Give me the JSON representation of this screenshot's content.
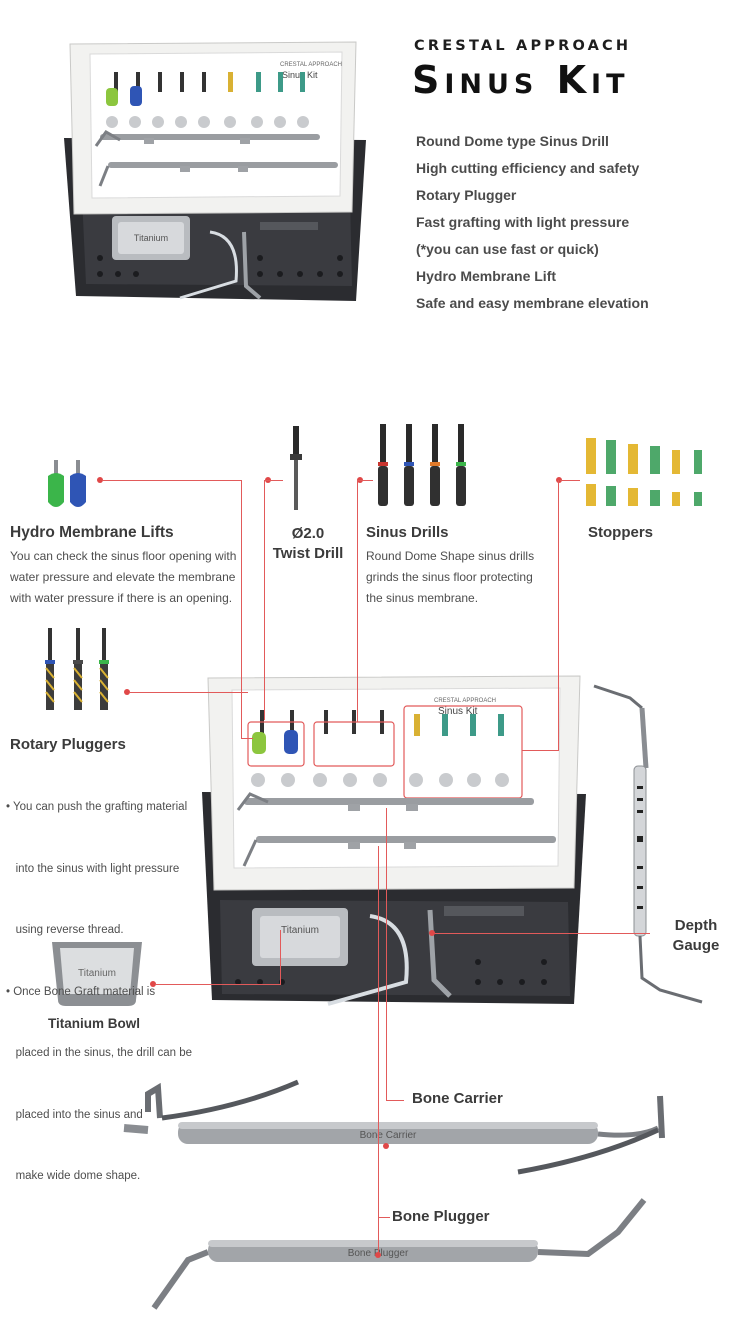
{
  "header": {
    "subtitle": "CRESTAL APPROACH",
    "title": "Sinus Kit"
  },
  "features": [
    "Round Dome type Sinus Drill",
    "High cutting efficiency and safety",
    "Rotary Plugger",
    "Fast grafting with light pressure",
    "(*you can use fast or quick)",
    "Hydro Membrane Lift",
    "Safe and easy membrane elevation"
  ],
  "components": {
    "hydro": {
      "title": "Hydro Membrane Lifts",
      "lines": [
        "You can check the sinus floor opening with",
        "water pressure and elevate the membrane",
        "with water pressure if there is an opening."
      ]
    },
    "twist_drill": {
      "line1": "Ø2.0",
      "line2": "Twist Drill"
    },
    "sinus_drills": {
      "title": "Sinus Drills",
      "lines": [
        "Round Dome Shape sinus drills",
        "grinds the sinus floor protecting",
        "the sinus membrane."
      ]
    },
    "stoppers": {
      "title": "Stoppers"
    },
    "rotary": {
      "title": "Rotary Pluggers",
      "lines": [
        "• You can push the grafting material",
        "   into the sinus with light pressure",
        "   using reverse thread.",
        "• Once Bone Graft material is",
        "   placed in the sinus, the drill can be",
        "   placed into the sinus and",
        "   make wide dome shape."
      ]
    },
    "depth_gauge": {
      "line1": "Depth",
      "line2": "Gauge"
    },
    "titanium_bowl": {
      "title": "Titanium Bowl",
      "engraving": "Titanium"
    },
    "bone_carrier": {
      "title": "Bone Carrier",
      "engraving": "Bone Carrier"
    },
    "bone_plugger": {
      "title": "Bone Plugger",
      "engraving": "Bone Plugger"
    }
  },
  "kit_box": {
    "lid_text_small": "CRESTAL APPROACH",
    "lid_text_big": "Sinus Kit",
    "bowl_text": "Titanium"
  },
  "colors": {
    "accent_line": "#e25a5a",
    "tray_dark": "#2c2d31",
    "tray_white": "#f2f2f0",
    "hydro_green": "#3bb54a",
    "hydro_blue": "#2f55b5",
    "stopper_gold": "#e4b834",
    "stopper_green": "#4ea86a"
  }
}
